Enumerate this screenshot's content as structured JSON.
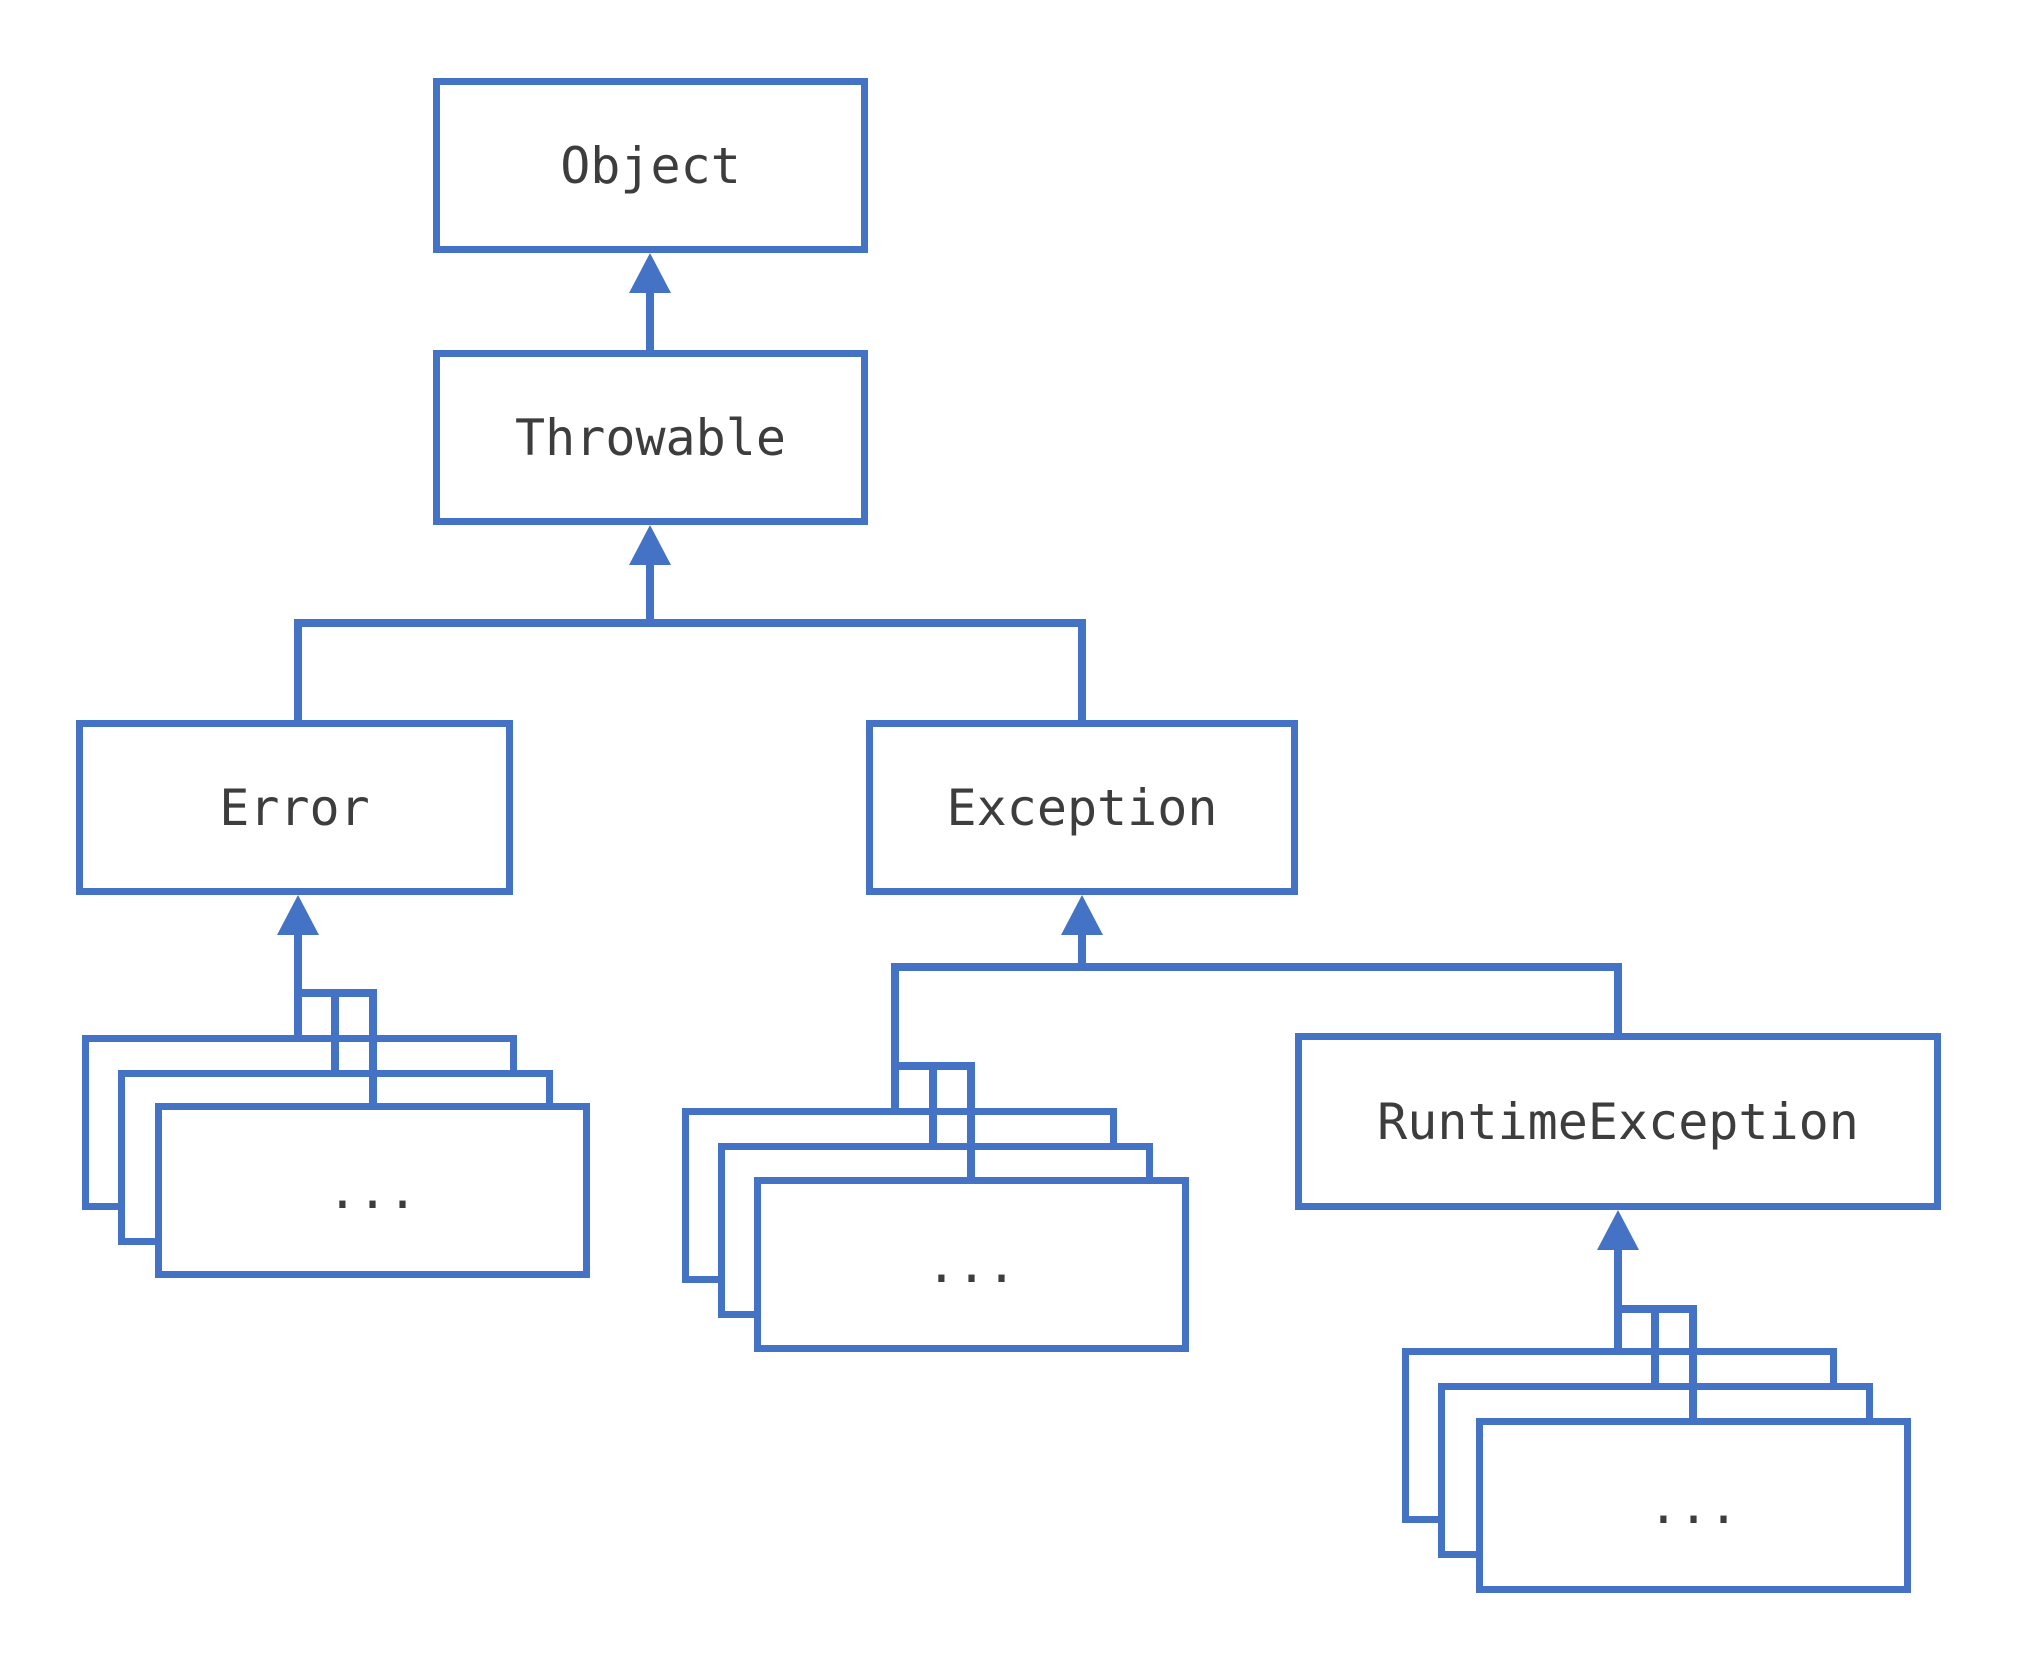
{
  "diagram": {
    "colors": {
      "line": "#4472c4",
      "text": "#3d3d3d",
      "background": "#ffffff"
    },
    "nodes": {
      "object": {
        "label": "Object"
      },
      "throwable": {
        "label": "Throwable"
      },
      "error": {
        "label": "Error"
      },
      "exception": {
        "label": "Exception"
      },
      "runtime_exception": {
        "label": "RuntimeException"
      }
    },
    "stacks": {
      "error_children": {
        "ellipsis": "...",
        "box_count": 3
      },
      "exception_children": {
        "ellipsis": "...",
        "box_count": 3
      },
      "runtime_children": {
        "ellipsis": "...",
        "box_count": 3
      }
    },
    "edges": [
      {
        "child": "Throwable",
        "parent": "Object"
      },
      {
        "child": "Error",
        "parent": "Throwable"
      },
      {
        "child": "Exception",
        "parent": "Throwable"
      },
      {
        "child": "...",
        "parent": "Error"
      },
      {
        "child": "...",
        "parent": "Exception"
      },
      {
        "child": "RuntimeException",
        "parent": "Exception"
      },
      {
        "child": "...",
        "parent": "RuntimeException"
      }
    ]
  }
}
